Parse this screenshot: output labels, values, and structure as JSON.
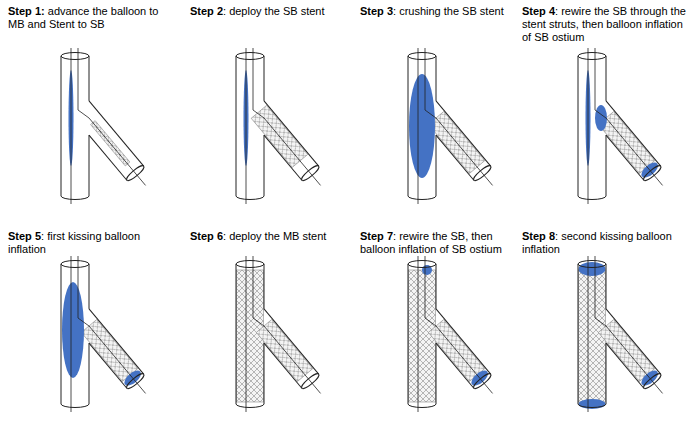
{
  "diagram": {
    "labels": [
      "Step 1:",
      "advance the balloon to MB and Stent to SB",
      "Step 2",
      ": deploy the SB stent",
      "Step 3",
      ": crushing the SB stent",
      "Step 4",
      ": rewire the SB through the stent struts, then balloon inflation of SB ostium",
      "Step 5",
      ": first kissing balloon inflation",
      "Step 6",
      ": deploy the MB stent",
      "Step 7",
      ": rewire the SB, then balloon inflation of SB ostium",
      "Step 8",
      ": second kissing balloon inflation"
    ]
  }
}
